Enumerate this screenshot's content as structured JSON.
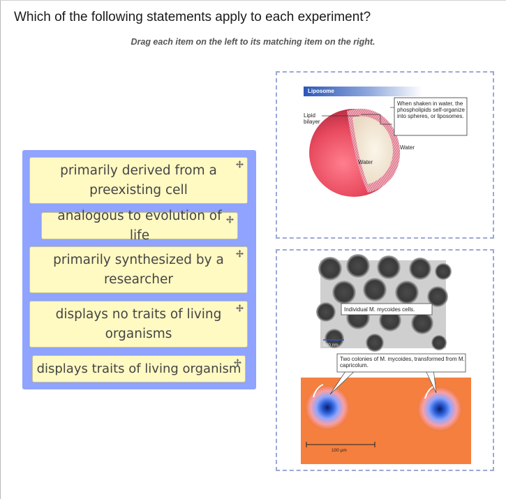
{
  "question": "Which of the following statements apply to each experiment?",
  "instruction": "Drag each item on the left to its matching item on the right.",
  "items": [
    {
      "label": "primarily derived from a preexisting cell"
    },
    {
      "label": "analogous to evolution of life"
    },
    {
      "label": "primarily synthesized by a researcher"
    },
    {
      "label": "displays no traits of living organisms"
    },
    {
      "label": "displays traits of living organism"
    }
  ],
  "targets": {
    "liposome": {
      "title": "Liposome",
      "lipid_bilayer": "Lipid bilayer",
      "caption": "When shaken in water, the phospholipids self-organize into spheres, or liposomes.",
      "water_outer": "Water",
      "water_inner": "Water"
    },
    "mycoides": {
      "cells_label": "Individual M. mycoides cells.",
      "scale_top": "500 nm",
      "colonies_caption": "Two colonies of M. mycoides, transformed from M. capricolum.",
      "scale_bottom": "100 µm"
    }
  },
  "colors": {
    "pool": "#8fa3ff",
    "tile": "#fff9c2",
    "zone_border": "#9aa8d8",
    "agar": "#f07a3a"
  }
}
